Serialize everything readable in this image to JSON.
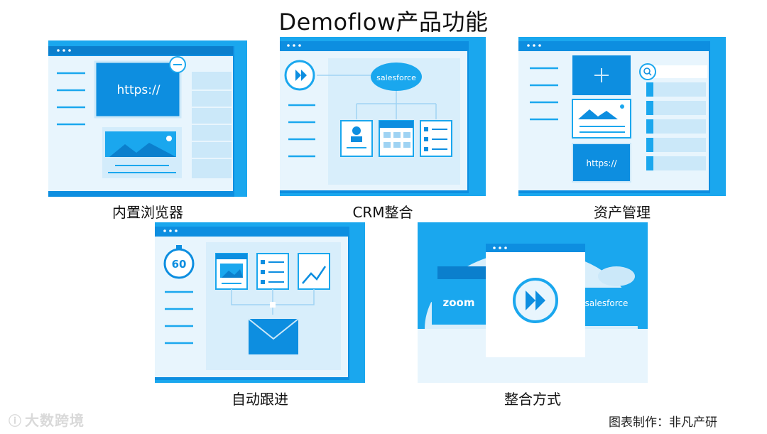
{
  "page": {
    "title": "Demoflow产品功能",
    "credit": "图表制作：非凡产研",
    "watermark": "大数跨境"
  },
  "features": [
    {
      "caption": "内置浏览器",
      "icon": "browser-window-icon",
      "url_text": "https://"
    },
    {
      "caption": "CRM整合",
      "icon": "crm-hierarchy-icon",
      "brand_text": "salesforce"
    },
    {
      "caption": "资产管理",
      "icon": "asset-library-icon",
      "url_text": "https://"
    },
    {
      "caption": "自动跟进",
      "icon": "timer-email-icon",
      "timer_text": "60"
    },
    {
      "caption": "整合方式",
      "icon": "integration-icon",
      "zoom_text": "zoom",
      "brand_text": "salesforce"
    }
  ],
  "colors": {
    "panel_bg": "#1aa7ee",
    "window_bg": "#e6f4fd",
    "accent": "#0d8ee0",
    "light": "#bfe3f8"
  }
}
